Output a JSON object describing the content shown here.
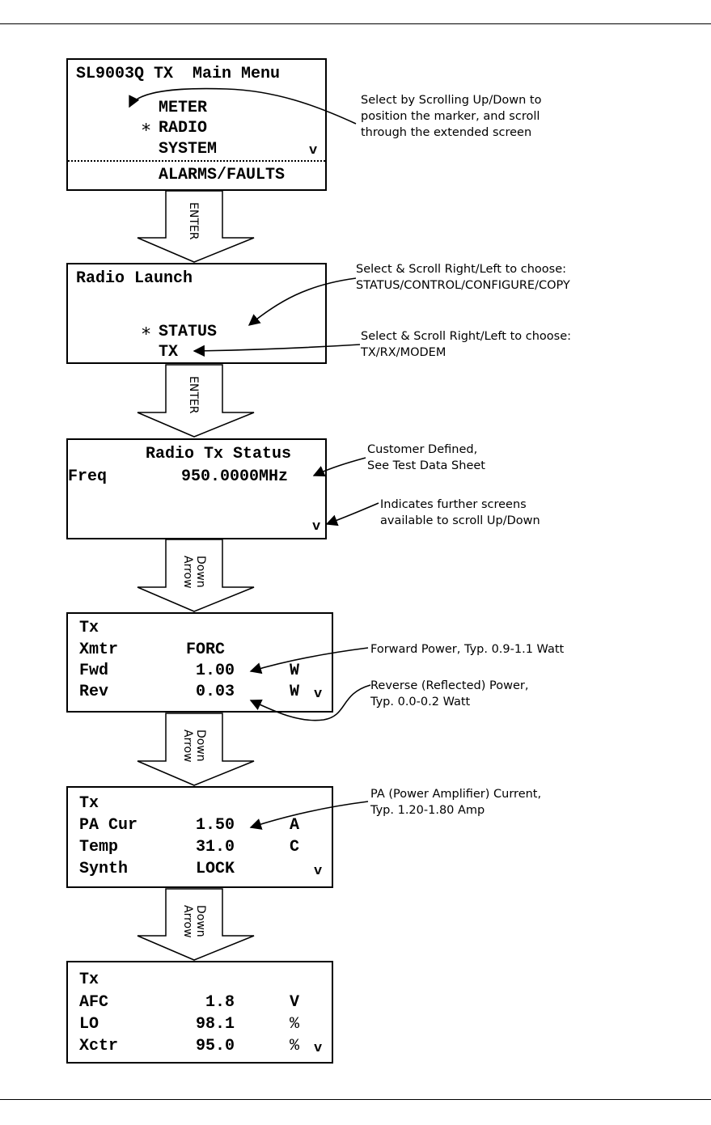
{
  "screens": {
    "main_menu": {
      "title": "SL9003Q TX  Main Menu",
      "items": [
        "METER",
        "RADIO",
        "SYSTEM"
      ],
      "marker": "∗",
      "more": "v",
      "extended": "ALARMS/FAULTS"
    },
    "radio_launch": {
      "title": "Radio Launch",
      "marker": "∗",
      "status": "STATUS",
      "target": "TX"
    },
    "tx_status": {
      "title": "Radio Tx Status",
      "freq_label": "Freq",
      "freq_value": "950.0000MHz",
      "more": "v"
    },
    "tx_power": {
      "title": "Tx",
      "rows": [
        {
          "label": "Xmtr",
          "value": "FORC",
          "unit": ""
        },
        {
          "label": "Fwd",
          "value": "1.00",
          "unit": "W"
        },
        {
          "label": "Rev",
          "value": "0.03",
          "unit": "W"
        }
      ],
      "more": "v"
    },
    "tx_pa": {
      "title": "Tx",
      "rows": [
        {
          "label": "PA Cur",
          "value": "1.50",
          "unit": "A"
        },
        {
          "label": "Temp",
          "value": "31.0",
          "unit": "C"
        },
        {
          "label": "Synth",
          "value": "LOCK",
          "unit": ""
        }
      ],
      "more": "v"
    },
    "tx_afc": {
      "title": "Tx",
      "rows": [
        {
          "label": "AFC",
          "value": "1.8",
          "unit": "V"
        },
        {
          "label": "LO",
          "value": "98.1",
          "unit": "%"
        },
        {
          "label": "Xctr",
          "value": "95.0",
          "unit": "%"
        }
      ],
      "more": "v"
    }
  },
  "transitions": {
    "enter_1": "ENTER",
    "enter_2": "ENTER",
    "down_1": [
      "Down",
      "Arrow"
    ],
    "down_2": [
      "Down",
      "Arrow"
    ],
    "down_3": [
      "Down",
      "Arrow"
    ]
  },
  "annotations": {
    "select_scroll": [
      "Select by Scrolling Up/Down to",
      "position the marker, and scroll",
      "through the extended screen"
    ],
    "choose_status": [
      "Select & Scroll Right/Left to choose:",
      "STATUS/CONTROL/CONFIGURE/COPY"
    ],
    "choose_tx": [
      "Select & Scroll Right/Left to choose:",
      "TX/RX/MODEM"
    ],
    "customer_defined": [
      "Customer Defined,",
      "See Test Data Sheet"
    ],
    "further_screens": [
      "Indicates further screens",
      "available to scroll Up/Down"
    ],
    "forward_power": [
      "Forward Power, Typ. 0.9-1.1 Watt"
    ],
    "reverse_power": [
      "Reverse (Reflected) Power,",
      "Typ. 0.0-0.2 Watt"
    ],
    "pa_current": [
      "PA (Power Amplifier) Current,",
      "Typ. 1.20-1.80 Amp"
    ]
  }
}
